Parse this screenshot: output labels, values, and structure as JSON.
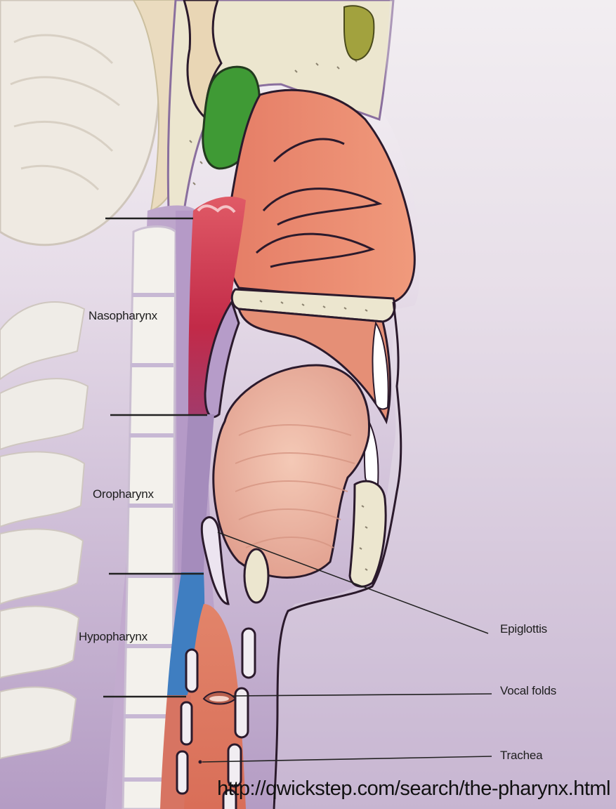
{
  "labels": {
    "nasopharynx": "Nasopharynx",
    "oropharynx": "Oropharynx",
    "hypopharynx": "Hypopharynx",
    "epiglottis": "Epiglottis",
    "vocal_folds": "Vocal folds",
    "trachea": "Trachea"
  },
  "source_url": "http://qwickstep.com/search/the-pharynx.html",
  "colors": {
    "background_top": "#f3eef3",
    "background_bottom": "#b79fc5",
    "skin_outline": "#2b1a2c",
    "soft_tissue": "#c9b3d6",
    "bone": "#ece7d6",
    "nasal_cavity": "#e88a6c",
    "nasopharynx_red": "#d23a52",
    "oropharynx_purple": "#a08ab8",
    "hypopharynx_blue": "#3e7fc1",
    "tongue": "#eab3a0",
    "sinus_green": "#3e9b36",
    "leader_line": "#222222"
  }
}
